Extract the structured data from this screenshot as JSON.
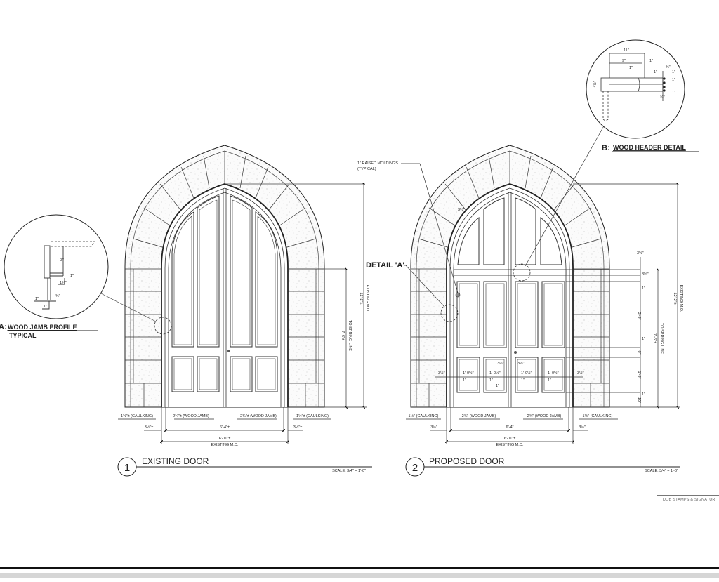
{
  "sheet": {
    "stamp_box_label": "DOB STAMPS & SIGNATUR"
  },
  "drawings": [
    {
      "number": "1",
      "title": "EXISTING DOOR",
      "scale": "SCALE: 3/4\" = 1'-0\"",
      "dims": {
        "caulking_left": "1½\"± (CAULKING)",
        "jamb_left": "2¾\"± (WOOD JAMB)",
        "jamb_right": "2¾\"± (WOOD JAMB)",
        "caulking_right": "1½\"± (CAULKING)",
        "offset_left": "3½\"±",
        "offset_right": "3½\"±",
        "door_width": "6'-4\"±",
        "mo_width": "6'-11\"±",
        "mo_label": "EXISTING M.O.",
        "spring_height": "7'-6\"±",
        "spring_label": "TO SPRING LINE",
        "total_height": "12'-2\"±",
        "total_label": "EXISTING M.O."
      }
    },
    {
      "number": "2",
      "title": "PROPOSED DOOR",
      "scale": "SCALE: 3/4\" = 1'-0\"",
      "dims": {
        "caulking_left": "1½\" (CAULKING)",
        "jamb_left": "2¾\" (WOOD JAMB)",
        "jamb_right": "2¾\" (WOOD JAMB)",
        "caulking_right": "1½\" (CAULKING)",
        "offset_left": "3½\"",
        "offset_right": "3½\"",
        "door_width": "6'-4\"",
        "mo_width": "6'-11\"±",
        "mo_label": "EXISTING M.O.",
        "spring_height": "7'-6\"±",
        "spring_label": "TO SPRING LINE",
        "total_height": "12'-2\"±",
        "total_label": "EXISTING M.O.",
        "vertical_stack": [
          "3½\"",
          "3½\"",
          "1\"",
          "3'-9\"",
          "1\"",
          "6\"",
          "1'-9\"",
          "1\"",
          "10\""
        ],
        "panel_width": "1'-0½\"",
        "stile": "3½\"",
        "rail_one": "1\"",
        "arch_offset": "3½\""
      },
      "callouts": {
        "raised_moldings": "1\" RAISED MOLDINGS",
        "raised_moldings_sub": "(TYPICAL)",
        "detail_a": "DETAIL 'A'"
      }
    }
  ],
  "details": {
    "a": {
      "tag": "A:",
      "title": "WOOD JAMB PROFILE",
      "subtitle": "TYPICAL",
      "dims": [
        "3\"",
        "1\"",
        "1¾\"",
        "1\"",
        "¾\"",
        "1\""
      ]
    },
    "b": {
      "tag": "B:",
      "title": "WOOD HEADER DETAIL",
      "dims": [
        "11\"",
        "9\"",
        "1\"",
        "1\"",
        "¾\"",
        "1\"",
        "1\"",
        "1\"",
        "1\"",
        "¾\"",
        "4½\""
      ]
    }
  }
}
